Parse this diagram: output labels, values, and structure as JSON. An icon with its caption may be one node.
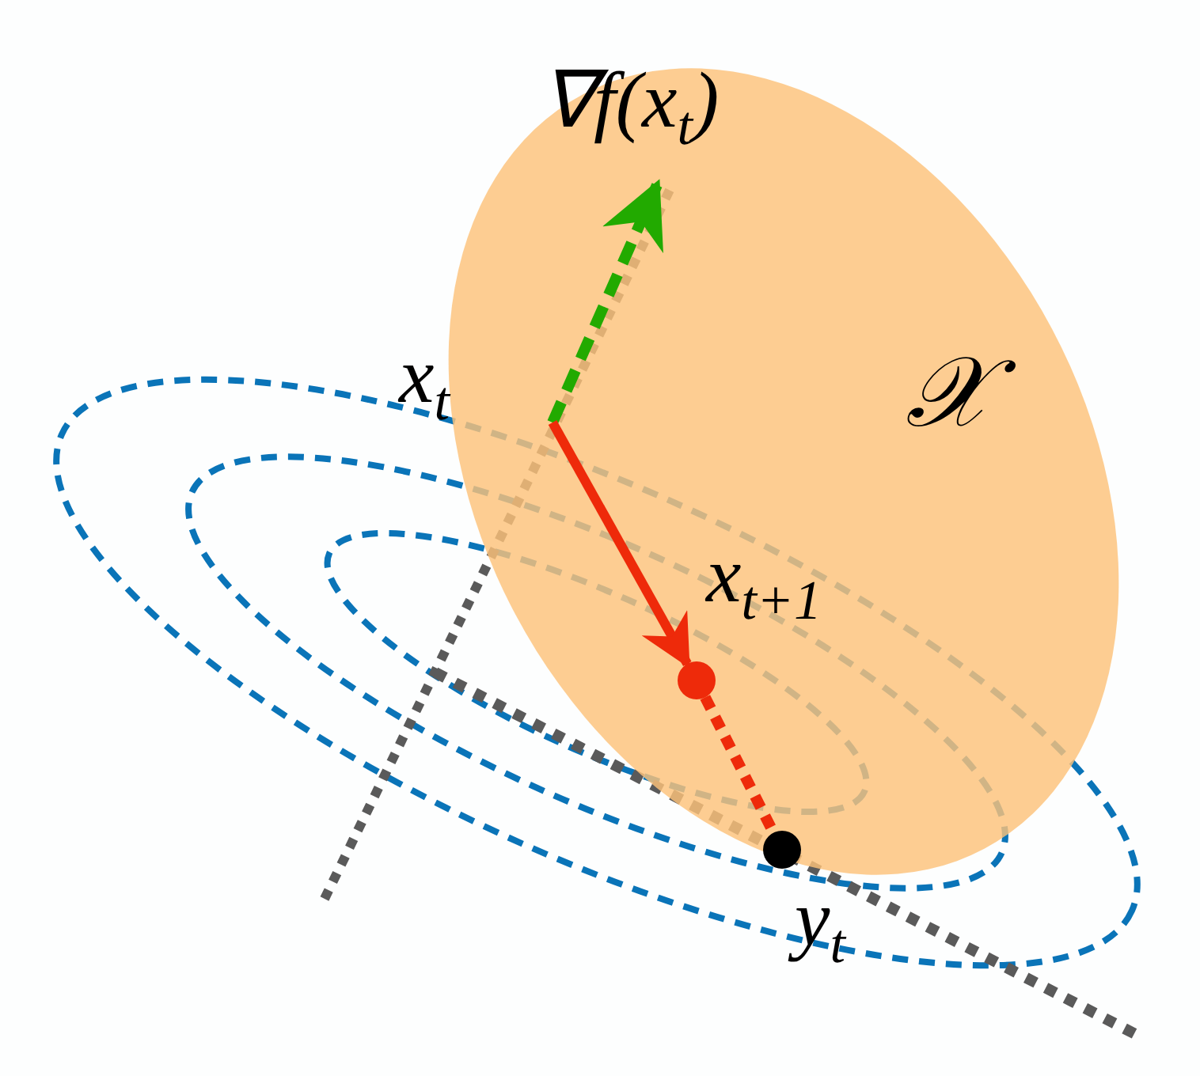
{
  "diagram": {
    "nodes": [
      {
        "text": [
          "∇f(x$_{t}$)"
        ]
      },
      {
        "text": [
          "x$_{t}$"
        ]
      },
      {
        "text": [],
        "shape": "circle",
        "beside": [
          "x$_{t+1}$"
        ]
      },
      {
        "text": [],
        "shape": "circle",
        "beside": [
          "y$_{t}$"
        ]
      }
    ],
    "edges": [
      {
        "from": 1,
        "to": 0,
        "arrow": "to",
        "style": "dashed",
        "color": "#22aa00"
      },
      {
        "from": 1,
        "to": 2,
        "arrow": "to",
        "color": "#ee2a0a"
      },
      {
        "from": 2,
        "to": 3,
        "arrow": "none",
        "style": "dashed",
        "color": "#ee2a0a"
      }
    ],
    "labels": [
      "𝒳"
    ]
  }
}
